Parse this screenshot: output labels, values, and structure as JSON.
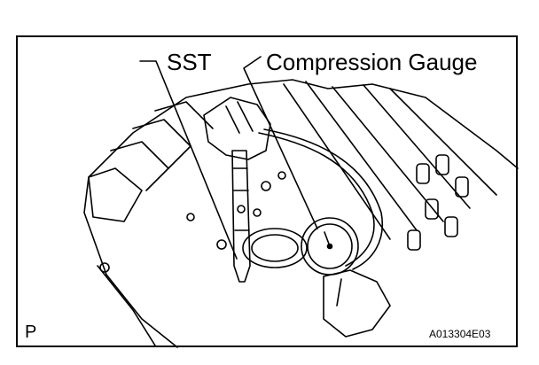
{
  "labels": {
    "sst": "SST",
    "compression_gauge": "Compression Gauge",
    "view_marker": "P",
    "figure_code": "A013304E03"
  },
  "colors": {
    "line": "#000000",
    "background": "#ffffff"
  }
}
